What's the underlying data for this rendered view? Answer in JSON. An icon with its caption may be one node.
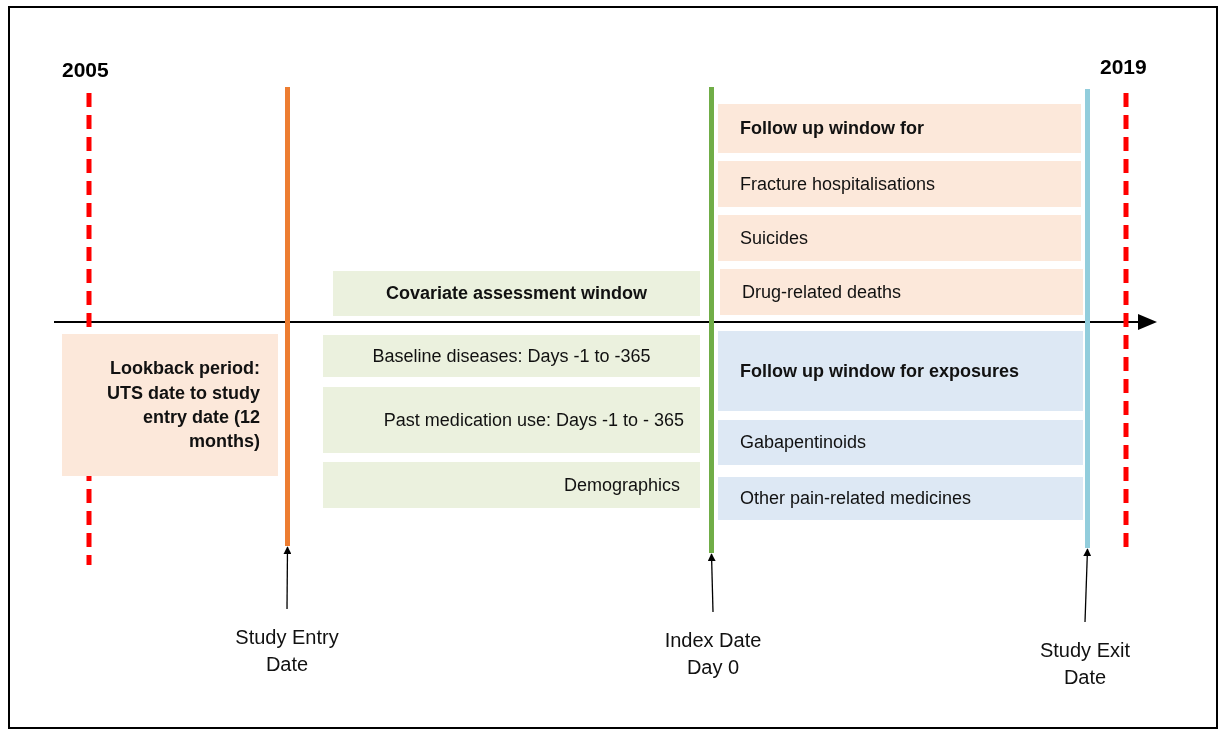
{
  "diagram": {
    "nodes": [
      {
        "text": [
          "Lookback period: UTS date to study entry date (12 months)"
        ]
      },
      {
        "text": [
          "Covariate assessment window"
        ]
      },
      {
        "text": [
          "Baseline diseases: Days -1 to -365"
        ]
      },
      {
        "text": [
          "Past medication use: Days -1 to - 365"
        ]
      },
      {
        "text": [
          "Demographics"
        ]
      },
      {
        "text": [
          "Follow up window for"
        ]
      },
      {
        "text": [
          "Fracture hospitalisations"
        ]
      },
      {
        "text": [
          "Suicides"
        ]
      },
      {
        "text": [
          "Drug-related deaths"
        ]
      },
      {
        "text": [
          "Follow up window for exposures"
        ]
      },
      {
        "text": [
          "Gabapentinoids"
        ]
      },
      {
        "text": [
          "Other pain-related medicines"
        ]
      },
      {
        "text": [],
        "shape": "bar"
      },
      {
        "text": [],
        "shape": "bar"
      },
      {
        "text": [],
        "shape": "bar"
      },
      {
        "text": [
          "Study Entry Date"
        ]
      },
      {
        "text": [
          "Index Date Day 0"
        ]
      },
      {
        "text": [
          "Study Exit Date"
        ]
      }
    ],
    "edges": [
      {
        "from": 15,
        "to": 12,
        "arrow": "to"
      },
      {
        "from": 16,
        "to": 13,
        "arrow": "to"
      },
      {
        "from": 17,
        "to": 14,
        "arrow": "to"
      }
    ],
    "labels": [
      "2005",
      "2019"
    ]
  }
}
